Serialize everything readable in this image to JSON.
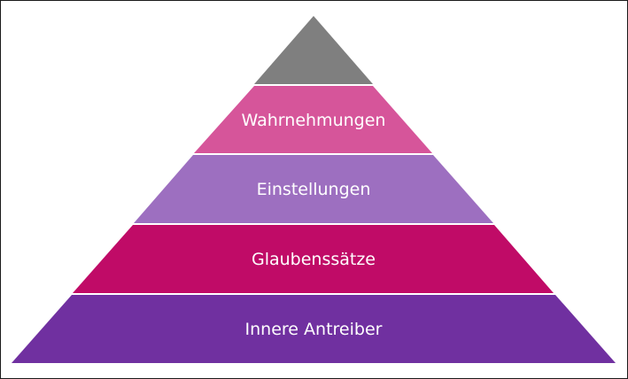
{
  "pyramid": {
    "layers": [
      {
        "label": "",
        "color": "#7f7f7f"
      },
      {
        "label": "Wahrnehmungen",
        "color": "#d6559a"
      },
      {
        "label": "Einstellungen",
        "color": "#9d6fc0"
      },
      {
        "label": "Glaubenssätze",
        "color": "#c00b67"
      },
      {
        "label": "Innere Antreiber",
        "color": "#7030a0"
      }
    ],
    "separator_color": "#ffffff"
  }
}
